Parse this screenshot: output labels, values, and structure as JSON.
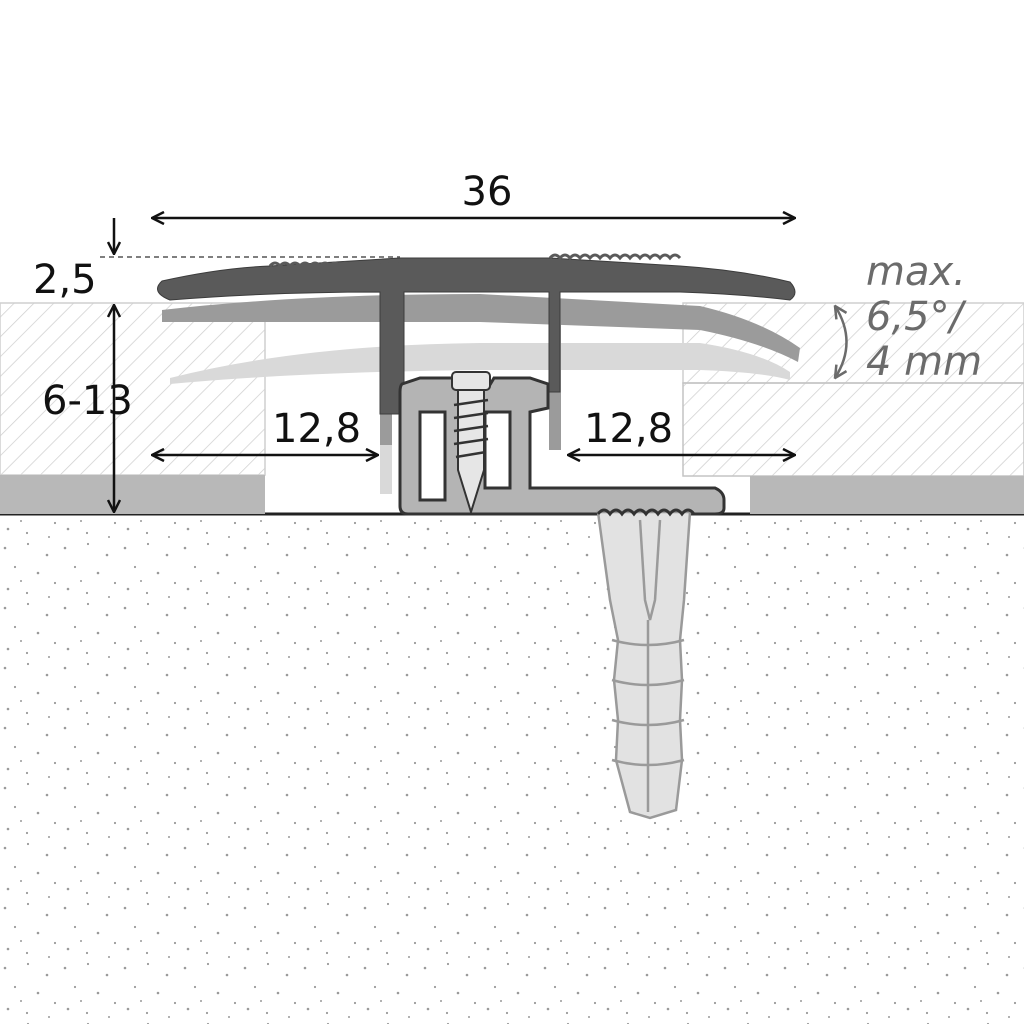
{
  "dimensions": {
    "width": "36",
    "thickness": "2,5",
    "height_range": "6-13",
    "left_overlap": "12,8",
    "right_overlap": "12,8"
  },
  "tolerance": {
    "line1": "max.",
    "line2": "6,5°/",
    "line3": "4 mm"
  },
  "colors": {
    "profile_dark": "#5a5a5a",
    "profile_mid": "#9b9b9b",
    "profile_light": "#d9d9d9",
    "base_profile": "#b4b4b4",
    "floor_underlay": "#b8b8b8",
    "dowel": "#e2e2e2",
    "text": "#111111",
    "annotation": "#6b6b6b"
  },
  "icons": {
    "screw": "screw-icon",
    "dowel": "wall-plug-icon"
  }
}
